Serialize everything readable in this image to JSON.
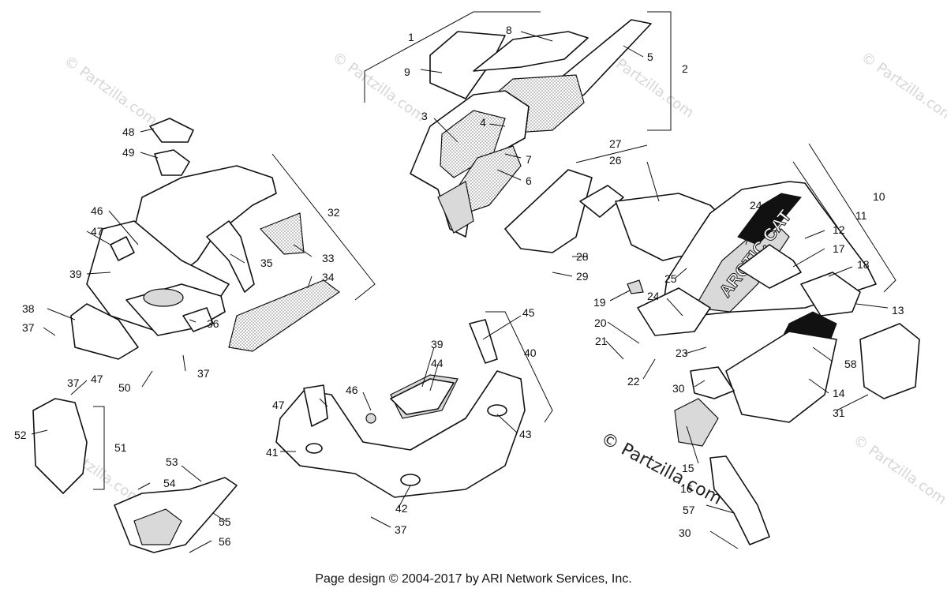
{
  "watermark": {
    "text": "© Partzilla.com",
    "strong_text": "© Partzilla.com"
  },
  "footer": "Page design © 2004-2017 by ARI Network Services, Inc.",
  "logo": {
    "text": "ARCTIC CAT"
  },
  "callouts": [
    "1",
    "2",
    "3",
    "4",
    "5",
    "6",
    "7",
    "8",
    "9",
    "10",
    "11",
    "12",
    "13",
    "14",
    "15",
    "16",
    "17",
    "18",
    "19",
    "20",
    "21",
    "22",
    "23",
    "24",
    "24",
    "25",
    "26",
    "27",
    "28",
    "29",
    "30",
    "30",
    "31",
    "32",
    "33",
    "34",
    "35",
    "36",
    "37",
    "37",
    "37",
    "37",
    "38",
    "39",
    "39",
    "40",
    "41",
    "42",
    "43",
    "44",
    "45",
    "46",
    "46",
    "47",
    "47",
    "47",
    "48",
    "49",
    "50",
    "51",
    "52",
    "53",
    "54",
    "55",
    "56",
    "57",
    "58"
  ]
}
